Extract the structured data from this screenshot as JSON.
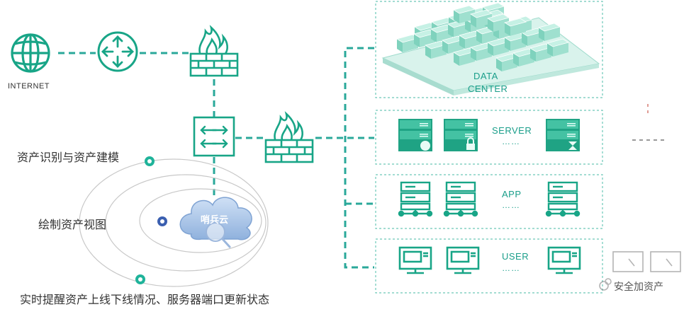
{
  "nodes": {
    "internet": "INTERNET",
    "cloud": "哨兵云"
  },
  "zones": {
    "datacenter_line1": "DATA",
    "datacenter_line2": "CENTER",
    "server": "SERVER",
    "app": "APP",
    "user": "USER",
    "ellipsis": "……"
  },
  "features": {
    "modeling": "资产识别与资产建模",
    "view": "绘制资产视图",
    "status": "实时提醒资产上线下线情况、服务器端口更新状态"
  },
  "watermark": "安全加资产",
  "colors": {
    "accent": "#1a9e8a",
    "dashed": "#2aa89a",
    "cloud": "#a9c4e6"
  }
}
